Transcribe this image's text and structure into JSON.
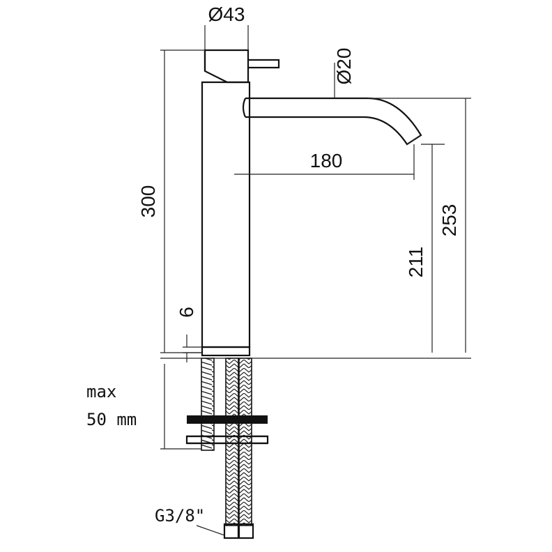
{
  "labels": {
    "body_diameter": "Ø43",
    "spout_diameter": "Ø20",
    "spout_reach": "180",
    "total_height": "300",
    "outlet_height": "253",
    "clearance_height": "211",
    "base_height": "6",
    "max_thickness_line1": "max",
    "max_thickness_line2": "50 mm",
    "connection_thread": "G3/8\""
  }
}
